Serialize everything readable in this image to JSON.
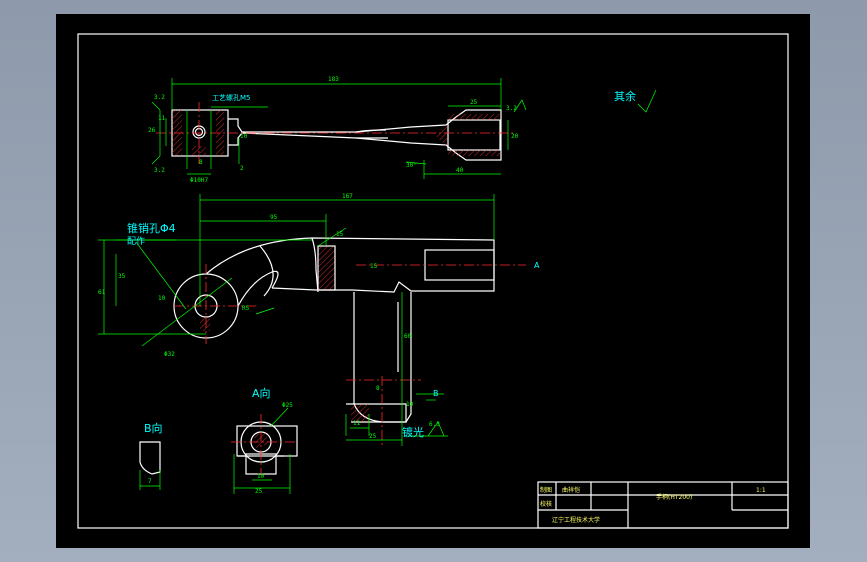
{
  "labels": {
    "process_hole": "工艺螺孔M5",
    "rest": "其余",
    "taper_pin": "锥销孔Φ4",
    "assembly": "配作",
    "a_view": "A向",
    "b_view": "B向",
    "a_marker": "A",
    "b_marker": "B",
    "polished": "镀光"
  },
  "dims": {
    "d183": "183",
    "d25t": "25",
    "d40": "40",
    "d10": "10",
    "d20t": "20",
    "d26": "26",
    "d11": "11",
    "d3_2a": "3.2",
    "d3_2b": "3.2",
    "d8": "8",
    "d3_2c": "3.2",
    "d30": "30°",
    "d10h7": "Φ10H7",
    "d2": "2",
    "d167": "167",
    "d95": "95",
    "d15": "15",
    "d61": "61",
    "d35": "35",
    "d10b": "10",
    "dr5": "R5",
    "d32": "Φ32",
    "d15b": "15",
    "d60": "60",
    "d10c": "10",
    "d8b": "8",
    "d11b": "11",
    "d25": "25",
    "d6_3": "6.3",
    "d25a": "Φ25",
    "d10d": "10",
    "d25b": "25",
    "d7": "7"
  },
  "title_block": {
    "designed_label": "制图",
    "designer": "曲祥恺",
    "checked_label": "校核",
    "part_name": "手柄(HT200)",
    "scale": "1:1",
    "school": "辽宁工程技术大学"
  }
}
